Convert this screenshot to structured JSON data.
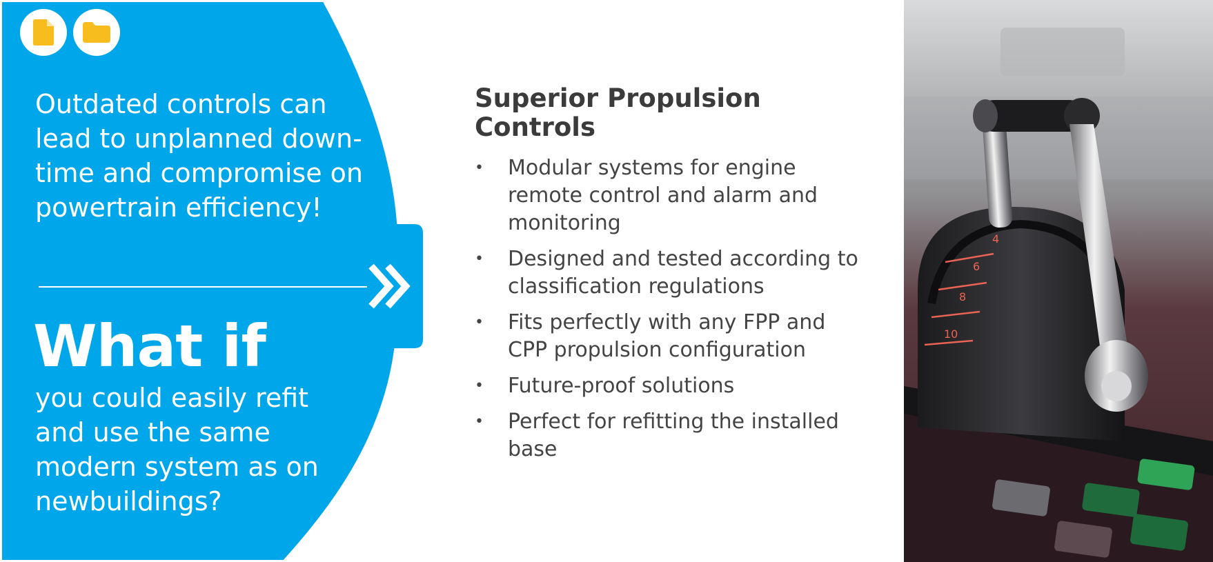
{
  "toolbar": {
    "icons": [
      {
        "name": "document-icon"
      },
      {
        "name": "folder-icon"
      }
    ]
  },
  "left_panel": {
    "problem_text": "Outdated controls can lead to unplanned down-time and compromise on powertrain efficiency!",
    "headline": "What if",
    "question_text": "you could easily refit and use the same modern system as on newbuildings?"
  },
  "right_panel": {
    "heading": "Superior Propulsion Controls",
    "bullets": [
      "Modular systems for engine remote control and alarm and monitoring",
      "Designed and tested according to classification regulations",
      "Fits perfectly with any FPP and CPP propulsion configuration",
      "Future-proof solutions",
      "Perfect for refitting the installed base"
    ]
  },
  "photo": {
    "scale_marks": [
      "4",
      "6",
      "8",
      "10"
    ]
  },
  "colors": {
    "bubble_blue": "#00a6ea",
    "icon_yellow": "#f7bd1f",
    "text_dark": "#3b3b3b"
  }
}
